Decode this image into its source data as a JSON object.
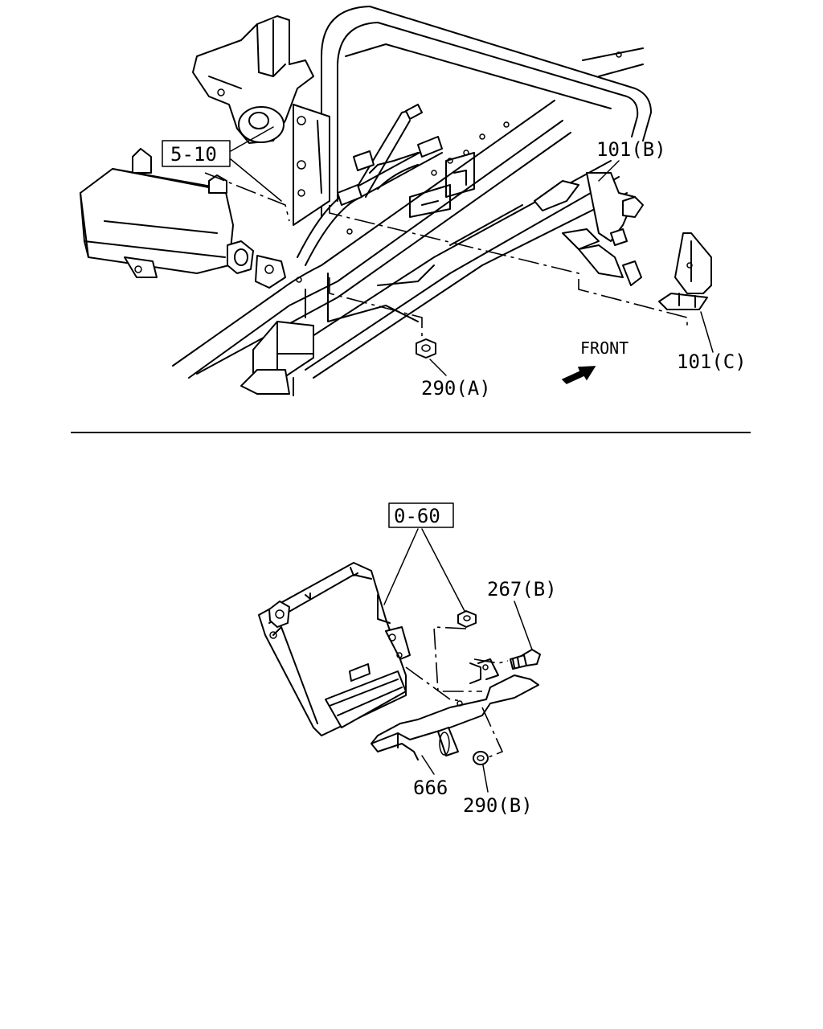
{
  "top_view": {
    "ref_box": "5-10",
    "labels": {
      "part_101b": "101(B)",
      "part_101c": "101(C)",
      "part_290a": "290(A)"
    },
    "direction": "FRONT"
  },
  "bottom_view": {
    "ref_box": "0-60",
    "labels": {
      "part_267b": "267(B)",
      "part_666": "666",
      "part_290b": "290(B)"
    }
  },
  "icons": {
    "front_arrow": "arrow-icon"
  },
  "colors": {
    "ink": "#000000",
    "background": "#ffffff"
  }
}
